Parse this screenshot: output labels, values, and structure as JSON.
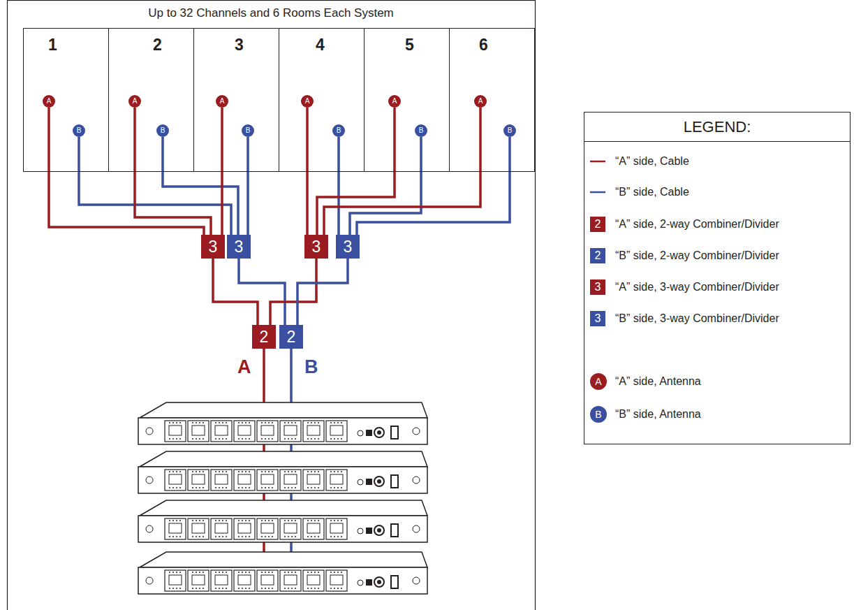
{
  "diagram": {
    "title": "Up to 32 Channels and 6 Rooms Each System",
    "nodes": [
      {
        "text": [
          "1"
        ]
      },
      {
        "text": [
          "A"
        ],
        "in": 0
      },
      {
        "text": [
          "B"
        ],
        "in": 0
      },
      {
        "text": [
          "2"
        ]
      },
      {
        "text": [
          "A"
        ],
        "in": 3
      },
      {
        "text": [
          "B"
        ],
        "in": 3
      },
      {
        "text": [
          "3"
        ]
      },
      {
        "text": [
          "A"
        ],
        "in": 6
      },
      {
        "text": [
          "B"
        ],
        "in": 6
      },
      {
        "text": [
          "4"
        ]
      },
      {
        "text": [
          "A"
        ],
        "in": 9
      },
      {
        "text": [
          "B"
        ],
        "in": 9
      },
      {
        "text": [
          "5"
        ]
      },
      {
        "text": [
          "A"
        ],
        "in": 12
      },
      {
        "text": [
          "B"
        ],
        "in": 12
      },
      {
        "text": [
          "6"
        ]
      },
      {
        "text": [
          "A"
        ],
        "in": 15
      },
      {
        "text": [
          "B"
        ],
        "in": 15
      },
      {
        "text": [
          "3"
        ]
      },
      {
        "text": [
          "3"
        ]
      },
      {
        "text": [
          "3"
        ]
      },
      {
        "text": [
          "3"
        ]
      },
      {
        "text": [
          "2"
        ]
      },
      {
        "text": [
          "2"
        ]
      }
    ],
    "edges": [
      {
        "from": 1,
        "to": 18,
        "arrow": "none"
      },
      {
        "from": 2,
        "to": 19,
        "arrow": "none"
      },
      {
        "from": 4,
        "to": 18,
        "arrow": "none"
      },
      {
        "from": 5,
        "to": 19,
        "arrow": "none"
      },
      {
        "from": 7,
        "to": 18,
        "arrow": "none"
      },
      {
        "from": 8,
        "to": 19,
        "arrow": "none"
      },
      {
        "from": 10,
        "to": 20,
        "arrow": "none"
      },
      {
        "from": 11,
        "to": 21,
        "arrow": "none"
      },
      {
        "from": 13,
        "to": 20,
        "arrow": "none"
      },
      {
        "from": 14,
        "to": 21,
        "arrow": "none"
      },
      {
        "from": 16,
        "to": 20,
        "arrow": "none"
      },
      {
        "from": 17,
        "to": 21,
        "arrow": "none"
      },
      {
        "from": 18,
        "to": 22,
        "arrow": "none"
      },
      {
        "from": 19,
        "to": 23,
        "arrow": "none"
      },
      {
        "from": 20,
        "to": 22,
        "arrow": "none"
      },
      {
        "from": 21,
        "to": 23,
        "arrow": "none"
      }
    ],
    "labels": [
      "A",
      "B",
      "LEGEND:",
      "2",
      "2",
      "3",
      "3",
      "A",
      "B"
    ],
    "legend": [
      {
        "text": "“A” side, Cable"
      },
      {
        "text": "“B” side, Cable"
      },
      {
        "text": "“A” side, 2-way Combiner/Divider",
        "color": "#9b1c20"
      },
      {
        "text": "“B” side, 2-way Combiner/Divider",
        "color": "#3a4fa0"
      },
      {
        "text": "“A” side, 3-way Combiner/Divider",
        "color": "#9b1c20"
      },
      {
        "text": "“B” side, 3-way Combiner/Divider",
        "color": "#3a4fa0"
      },
      {
        "text": "“A” side, Antenna"
      },
      {
        "text": "“B” side, Antenna"
      }
    ]
  }
}
